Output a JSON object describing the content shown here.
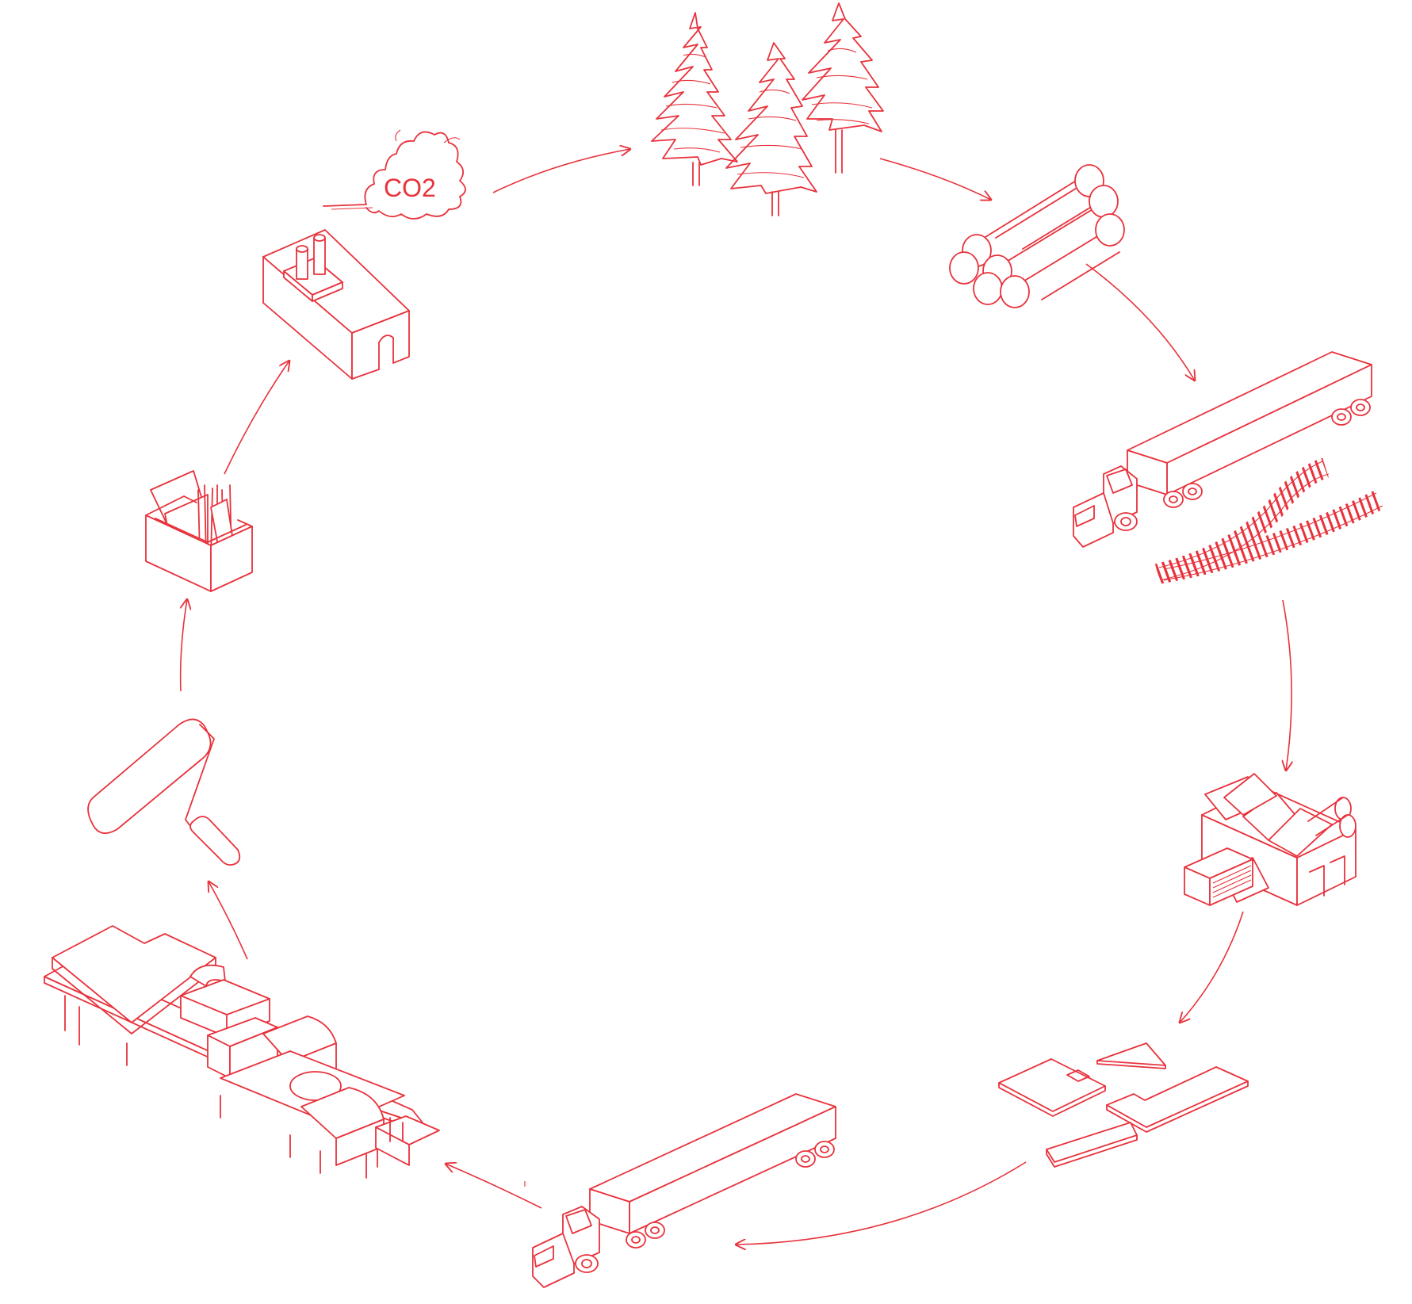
{
  "colors": {
    "accent": "#e8323c",
    "background": "#ffffff"
  },
  "diagram": {
    "type": "lifecycle-cycle",
    "direction": "clockwise",
    "labels": {
      "co2": "CO2"
    },
    "stages": [
      {
        "icon": "co2-cloud-icon"
      },
      {
        "icon": "forest-trees-icon"
      },
      {
        "icon": "log-pile-icon"
      },
      {
        "icon": "logging-truck-and-rail-icon"
      },
      {
        "icon": "sawmill-icon"
      },
      {
        "icon": "timber-panels-icon"
      },
      {
        "icon": "delivery-truck-icon"
      },
      {
        "icon": "timber-building-icon"
      },
      {
        "icon": "paint-roller-icon"
      },
      {
        "icon": "waste-bin-icon"
      },
      {
        "icon": "factory-icon"
      }
    ]
  }
}
